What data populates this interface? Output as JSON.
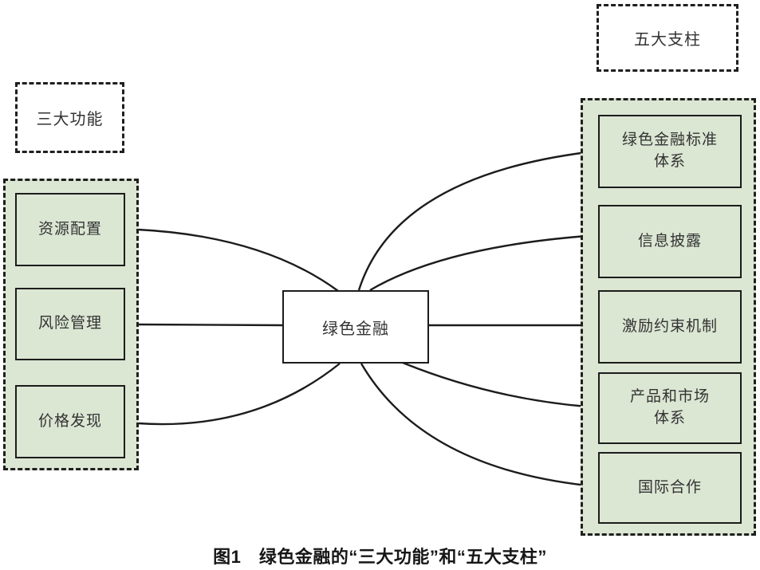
{
  "diagram": {
    "center": {
      "label": "绿色金融"
    },
    "left_group": {
      "title": "三大功能",
      "items": [
        {
          "label": "资源配置"
        },
        {
          "label": "风险管理"
        },
        {
          "label": "价格发现"
        }
      ]
    },
    "right_group": {
      "title": "五大支柱",
      "items": [
        {
          "label": "绿色金融标准\n体系"
        },
        {
          "label": "信息披露"
        },
        {
          "label": "激励约束机制"
        },
        {
          "label": "产品和市场\n体系"
        },
        {
          "label": "国际合作"
        }
      ]
    },
    "caption": "图1　绿色金融的“三大功能”和“五大支柱”",
    "colors": {
      "panel_fill": "#dbe6d3",
      "border": "#1c1c1c",
      "text": "#333333",
      "background": "#ffffff"
    }
  }
}
